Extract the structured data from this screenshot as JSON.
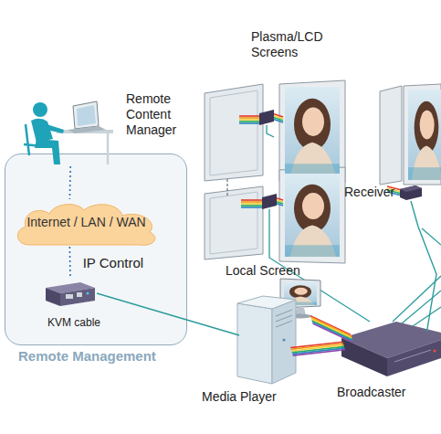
{
  "diagram": {
    "nodes": [
      {
        "text": [
          "Remote Management"
        ]
      },
      {
        "text": [
          "Remote Content Manager"
        ]
      },
      {
        "text": [
          "Internet / LAN / WAN"
        ],
        "in": 0
      },
      {
        "text": [
          "KVM cable"
        ],
        "in": 0
      },
      {
        "text": [
          "Receiver"
        ]
      },
      {
        "text": [
          "Local Screen"
        ]
      },
      {
        "text": [
          "Media Player"
        ]
      },
      {
        "text": [
          "Broadcaster"
        ]
      }
    ],
    "edges": [
      {
        "from": 1,
        "to": 2,
        "arrow": "none"
      },
      {
        "from": 2,
        "to": 3,
        "label": "IP Control",
        "arrow": "none"
      },
      {
        "from": 3,
        "to": 6,
        "arrow": "none"
      },
      {
        "from": 6,
        "to": 7,
        "arrow": "none"
      },
      {
        "from": 5,
        "to": 7,
        "arrow": "none"
      },
      {
        "from": 7,
        "to": 4,
        "arrow": "none"
      }
    ],
    "labels": [
      "Plasma/LCD Screens"
    ]
  }
}
